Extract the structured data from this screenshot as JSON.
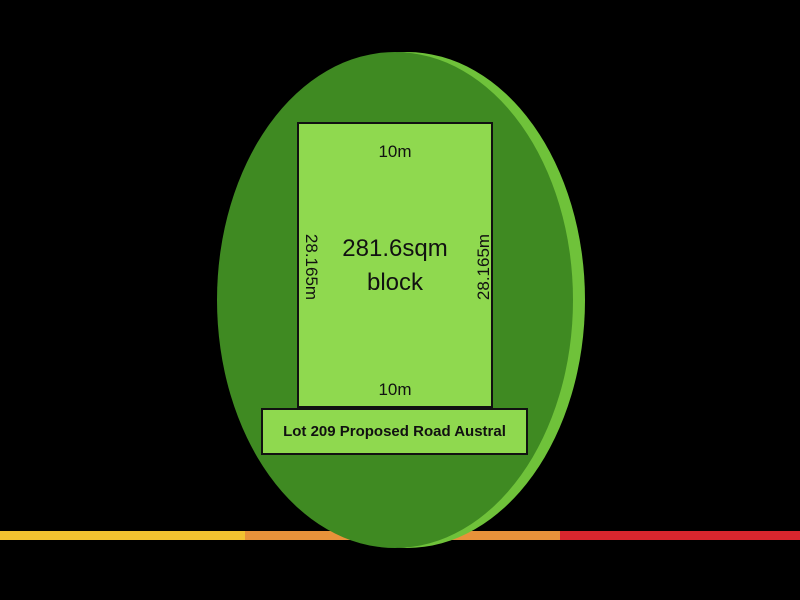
{
  "colors": {
    "background": "#000000",
    "ellipse_dark": "#3f8a22",
    "ellipse_highlight": "#6fc23a",
    "lot_fill": "#8fd94f",
    "stripe_yellow": "#f2c230",
    "stripe_orange": "#e8923a",
    "stripe_red": "#d8262e"
  },
  "lot": {
    "top_width": "10m",
    "bottom_width": "10m",
    "left_depth": "28.165m",
    "right_depth": "28.165m",
    "area_line1": "281.6sqm",
    "area_line2": "block"
  },
  "address_label": "Lot 209 Proposed Road Austral"
}
